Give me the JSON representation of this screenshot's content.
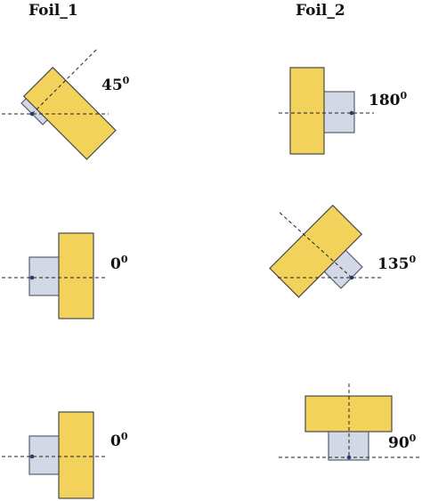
{
  "columns": [
    {
      "title": "Foil_1"
    },
    {
      "title": "Foil_2"
    }
  ],
  "panels": [
    {
      "label": "45",
      "sup": "0"
    },
    {
      "label": "180",
      "sup": "0"
    },
    {
      "label": "0",
      "sup": "0"
    },
    {
      "label": "135",
      "sup": "0"
    },
    {
      "label": "0",
      "sup": "0"
    },
    {
      "label": "90",
      "sup": "0"
    }
  ],
  "colors": {
    "foil": "#f2d25a",
    "block": "#d3d8e6",
    "axis": "#222222",
    "pivot": "#2b3a6b"
  }
}
